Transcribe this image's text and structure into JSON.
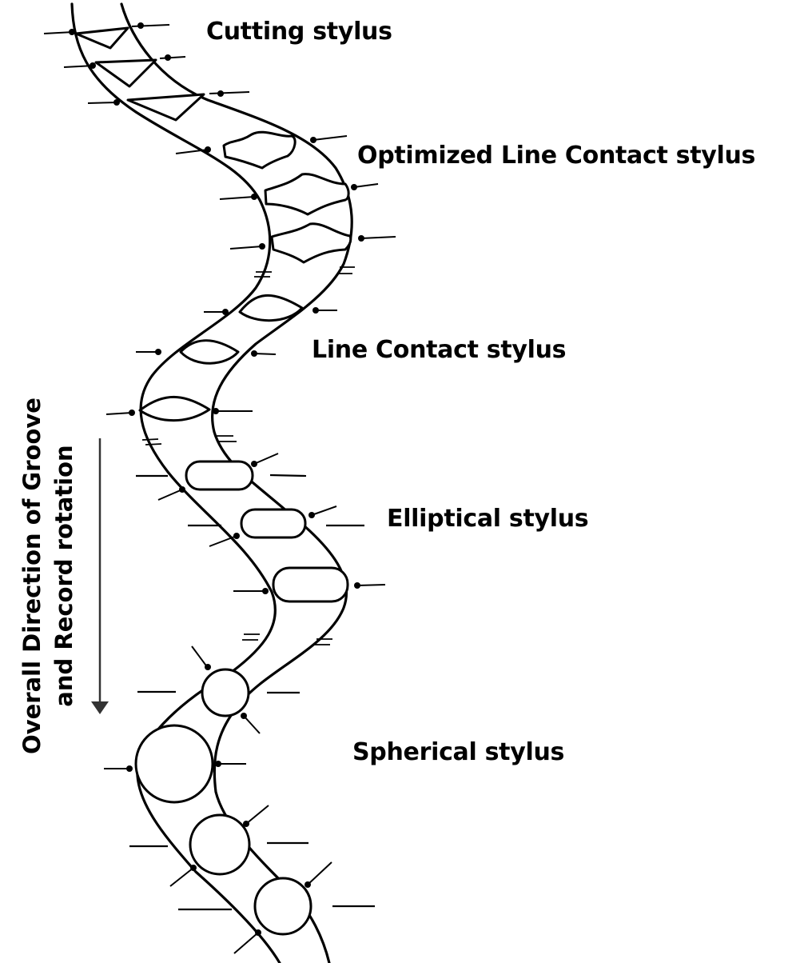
{
  "figure": {
    "labels": {
      "cutting": "Cutting stylus",
      "optimized_line_contact": "Optimized Line Contact stylus",
      "line_contact": "Line Contact stylus",
      "elliptical": "Elliptical stylus",
      "spherical": "Spherical stylus"
    },
    "direction_label": {
      "line1": "Overall Direction of Groove",
      "line2": "and Record rotation"
    },
    "stylus_types": [
      {
        "name": "Cutting stylus",
        "shape": "triangle",
        "count": 3
      },
      {
        "name": "Optimized Line Contact stylus",
        "shape": "wavy-diamond",
        "count": 3
      },
      {
        "name": "Line Contact stylus",
        "shape": "lens",
        "count": 3
      },
      {
        "name": "Elliptical stylus",
        "shape": "rounded-rectangle",
        "count": 3
      },
      {
        "name": "Spherical stylus",
        "shape": "circle",
        "count": 4
      }
    ],
    "arrow_direction": "down",
    "colors": {
      "ink": "#000000",
      "background": "#ffffff"
    }
  }
}
